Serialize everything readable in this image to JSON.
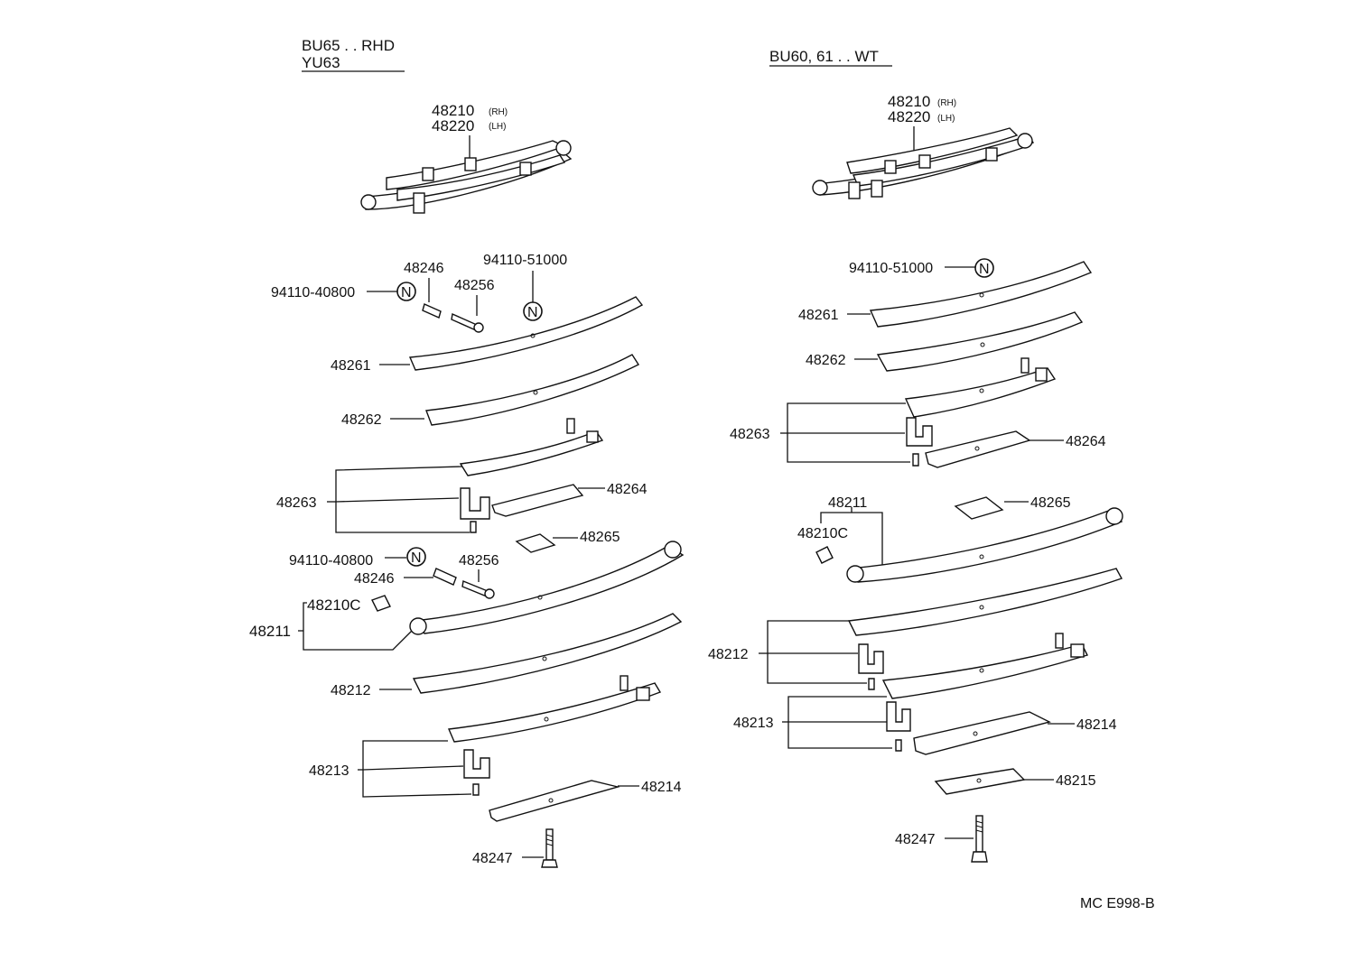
{
  "left_panel": {
    "header_line1": "BU65 . . RHD",
    "header_line2": "YU63",
    "assembly_rh_num": "48210",
    "assembly_rh_tag": "(RH)",
    "assembly_lh_num": "48220",
    "assembly_lh_tag": "(LH)",
    "labels": {
      "p94110_40800_top": "94110-40800",
      "p48246_top": "48246",
      "p48256_top": "48256",
      "p94110_51000": "94110-51000",
      "p48261": "48261",
      "p48262": "48262",
      "p48263": "48263",
      "p48264": "48264",
      "p48265": "48265",
      "p94110_40800_mid": "94110-40800",
      "p48256_mid": "48256",
      "p48246_mid": "48246",
      "p48210C": "48210C",
      "p48211": "48211",
      "p48212": "48212",
      "p48213": "48213",
      "p48214": "48214",
      "p48247": "48247"
    }
  },
  "right_panel": {
    "header_line1": "BU60, 61 . . WT",
    "assembly_rh_num": "48210",
    "assembly_rh_tag": "(RH)",
    "assembly_lh_num": "48220",
    "assembly_lh_tag": "(LH)",
    "labels": {
      "p94110_51000": "94110-51000",
      "p48261": "48261",
      "p48262": "48262",
      "p48263": "48263",
      "p48264": "48264",
      "p48211": "48211",
      "p48265": "48265",
      "p48210C": "48210C",
      "p48212": "48212",
      "p48213": "48213",
      "p48214": "48214",
      "p48215": "48215",
      "p48247": "48247"
    }
  },
  "new_part_symbol": "N",
  "diagram_code": "MC E998-B"
}
